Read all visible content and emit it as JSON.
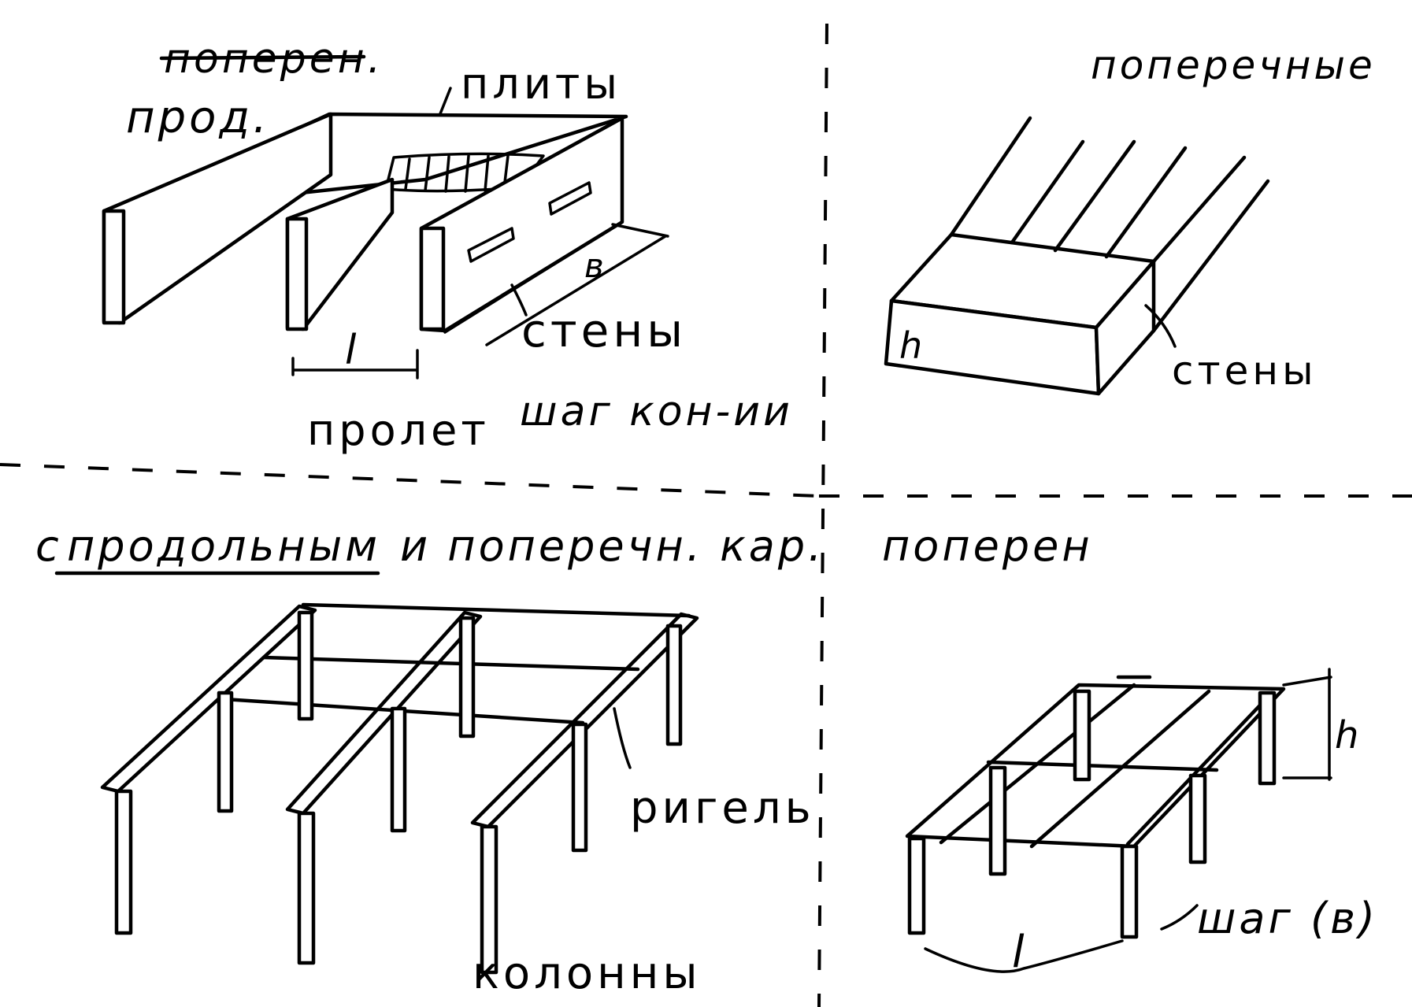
{
  "colors": {
    "ink": "#000000",
    "paper": "#ffffff"
  },
  "panel_tl": {
    "struck_label": "поперен.",
    "label_prod": "прод.",
    "label_plates": "плиты",
    "label_walls": "стены",
    "label_l": "l",
    "label_b": "в",
    "label_span": "пролет",
    "label_step": "шаг кон-ии"
  },
  "panel_tr": {
    "title": "поперечные",
    "label_h": "h",
    "label_walls": "стены"
  },
  "panel_bl": {
    "title_prefix": "с",
    "title_underlined": "продольным",
    "title_suffix": "и поперечн. кар.",
    "label_girder": "ригель",
    "label_columns": "колонны"
  },
  "panel_br": {
    "title": "поперен",
    "label_h": "h",
    "label_l": "l",
    "label_step": "шаг (в)"
  }
}
